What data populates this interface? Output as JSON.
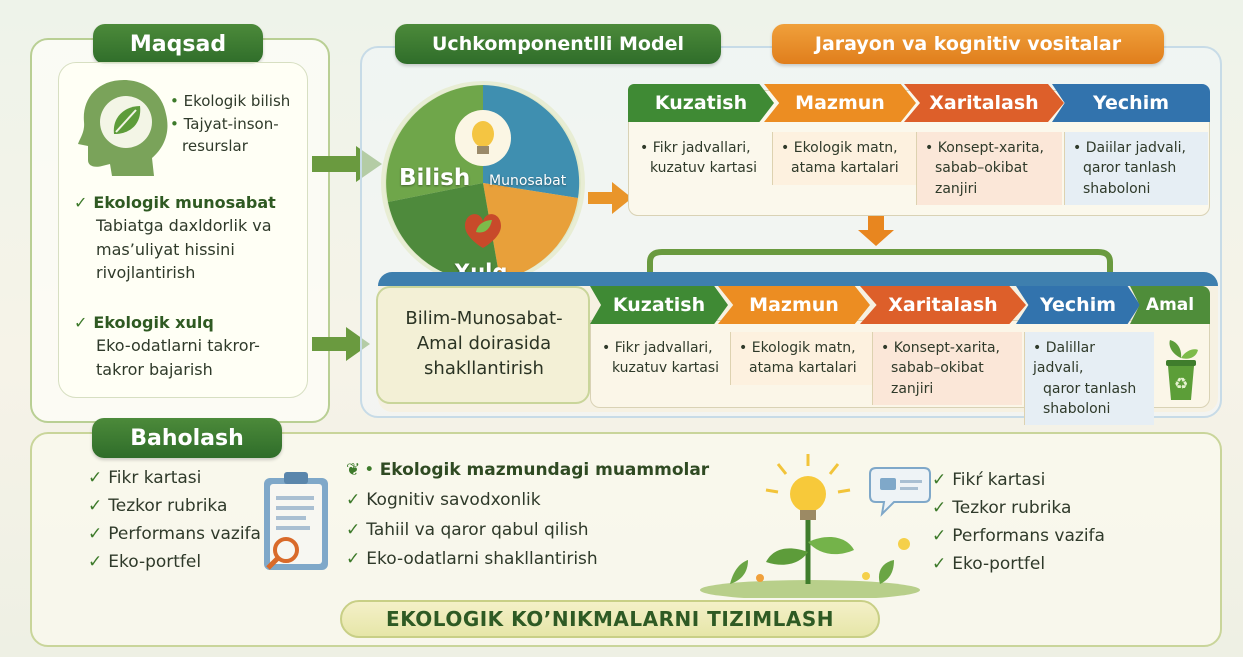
{
  "maqsad": {
    "title": "Maqsad",
    "bilish_items": [
      "Ekologik bilish",
      "Tajyat-inson-",
      "resurslar"
    ],
    "munosabat_title": "Ekologik munosabat",
    "munosabat_text": [
      "Tabiatga daxldorlik va",
      "mas’uliyat hissini",
      "rivojlantirish"
    ],
    "xulq_title": "Ekologik xulq",
    "xulq_text": [
      "Eko-odatlarni takror-",
      "takror bajarish"
    ]
  },
  "model": {
    "title": "Uchkomponentlli Model",
    "circle_labels": {
      "bilish": "Bilish",
      "munosabat": "Munosabat",
      "xulq": "Xulq"
    }
  },
  "jarayon": {
    "title": "Jarayon va kognitiv vositalar",
    "steps": [
      "Kuzatish",
      "Mazmun",
      "Xaritalash",
      "Yechim"
    ],
    "cells": [
      [
        "Fikr jadvallari,",
        "kuzatuv kartasi"
      ],
      [
        "Ekologik matn,",
        "atama kartalari"
      ],
      [
        "Konsept-xarita,",
        "sabab–okibat",
        "zanjiri"
      ],
      [
        "Daiilar jadvali,",
        "qaror tanlash",
        "shaboloni"
      ]
    ]
  },
  "lower": {
    "left_text": [
      "Bilim-Munosabat-",
      "Amal doirasida",
      "shakllantirish"
    ],
    "steps": [
      "Kuzatish",
      "Mazmun",
      "Xaritalash",
      "Yechim",
      "Amal"
    ],
    "cells": [
      [
        "Fikr jadvallari,",
        "kuzatuv kartasi"
      ],
      [
        "Ekologik matn,",
        "atama kartalari"
      ],
      [
        "Konsept-xarita,",
        "sabab–okibat",
        "zanjiri"
      ],
      [
        "Dalillar jadvali,",
        "qaror tanlash",
        "shaboloni"
      ]
    ]
  },
  "baholash": {
    "title": "Baholash",
    "left_items": [
      "Fikr kartasi",
      "Tezkor rubrika",
      "Performans vazifa",
      "Eko-portfel"
    ],
    "middle_items": [
      "Ekologik mazmundagi muammolar",
      "Kognitiv savodxonlik",
      "Tahiil va qaror qabul qilish",
      "Eko-odatlarni shakllantirish"
    ],
    "right_items": [
      "Fikŕ kartasi",
      "Tezkor rubrika",
      "Performans vazifa",
      "Eko-portfel"
    ],
    "banner": "EKOLOGIK KO’NIKMALARNI TIZIMLASH"
  },
  "colors": {
    "green": "#3b7d2d",
    "orange": "#e8861f",
    "red_orange": "#d9592a",
    "blue": "#2e6fa8",
    "light_green": "#8cc04a"
  }
}
